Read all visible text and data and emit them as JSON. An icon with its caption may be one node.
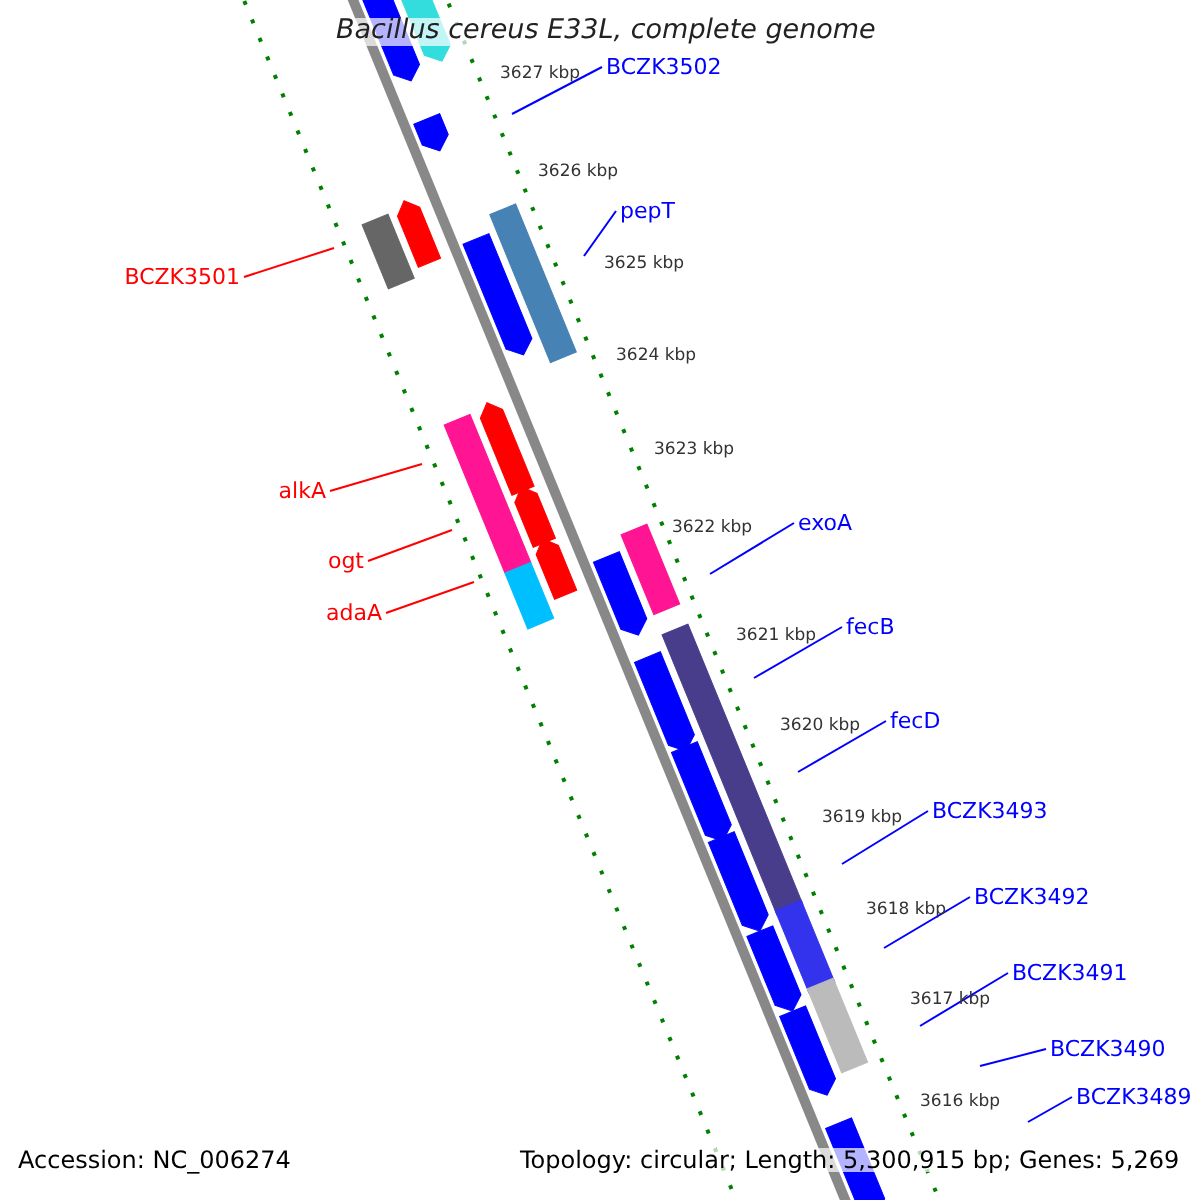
{
  "diagram": {
    "title": "Bacillus cereus E33L, complete genome",
    "nodes": [
      {
        "text": [
          "BCZK3502"
        ]
      },
      {
        "text": [
          "pepT"
        ]
      },
      {
        "text": [
          "BCZK3501"
        ]
      },
      {
        "text": [
          "alkA"
        ]
      },
      {
        "text": [
          "ogt"
        ]
      },
      {
        "text": [
          "adaA"
        ]
      },
      {
        "text": [
          "exoA"
        ]
      },
      {
        "text": [
          "fecB"
        ]
      },
      {
        "text": [
          "fecD"
        ]
      },
      {
        "text": [
          "BCZK3493"
        ]
      },
      {
        "text": [
          "BCZK3492"
        ]
      },
      {
        "text": [
          "BCZK3491"
        ]
      },
      {
        "text": [
          "BCZK3490"
        ]
      },
      {
        "text": [
          "BCZK3489"
        ]
      }
    ],
    "edges": [
      {
        "from": 0,
        "to": null,
        "arrow": "none"
      },
      {
        "from": 1,
        "to": null,
        "arrow": "none"
      },
      {
        "from": 2,
        "to": null,
        "arrow": "none",
        "color": "#ff0000"
      },
      {
        "from": 3,
        "to": null,
        "arrow": "none",
        "color": "#ff0000"
      },
      {
        "from": 4,
        "to": null,
        "arrow": "none",
        "color": "#ff0000"
      },
      {
        "from": 5,
        "to": null,
        "arrow": "none",
        "color": "#ff0000"
      },
      {
        "from": 6,
        "to": null,
        "arrow": "none"
      },
      {
        "from": 7,
        "to": null,
        "arrow": "none"
      },
      {
        "from": 8,
        "to": null,
        "arrow": "none"
      },
      {
        "from": 9,
        "to": null,
        "arrow": "none"
      },
      {
        "from": 10,
        "to": null,
        "arrow": "none"
      },
      {
        "from": 11,
        "to": null,
        "arrow": "none"
      },
      {
        "from": 12,
        "to": null,
        "arrow": "none"
      },
      {
        "from": 13,
        "to": null,
        "arrow": "none"
      }
    ],
    "labels": [
      "3627 kbp",
      "3626 kbp",
      "3625 kbp",
      "3624 kbp",
      "3623 kbp",
      "3622 kbp",
      "3621 kbp",
      "3620 kbp",
      "3619 kbp",
      "3618 kbp",
      "3617 kbp",
      "3616 kbp",
      "Accession: NC_006274",
      "Topology: circular; Length: 5,300,915 bp; Genes: 5,269"
    ]
  }
}
